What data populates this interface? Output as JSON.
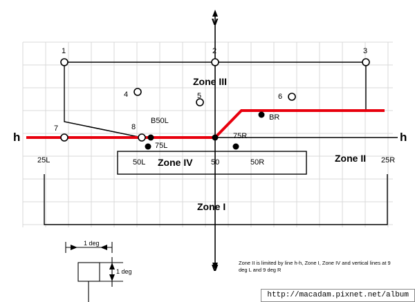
{
  "figure": {
    "axis_labels": {
      "v_top": "v",
      "v_bottom": "v",
      "h_left": "h",
      "h_right": "h"
    },
    "zones": [
      {
        "id": "zone1",
        "label": "Zone I"
      },
      {
        "id": "zone2",
        "label": "Zone II"
      },
      {
        "id": "zone3",
        "label": "Zone III"
      },
      {
        "id": "zone4",
        "label": "Zone IV"
      }
    ],
    "points": [
      {
        "id": "p1",
        "label": "1"
      },
      {
        "id": "p2",
        "label": "2"
      },
      {
        "id": "p3",
        "label": "3"
      },
      {
        "id": "p4",
        "label": "4"
      },
      {
        "id": "p5",
        "label": "5"
      },
      {
        "id": "p6",
        "label": "6"
      },
      {
        "id": "p7",
        "label": "7"
      },
      {
        "id": "p8",
        "label": "8"
      }
    ],
    "markers": [
      {
        "id": "b50l",
        "label": "B50L"
      },
      {
        "id": "br",
        "label": "BR"
      },
      {
        "id": "l75l",
        "label": "75L"
      },
      {
        "id": "l75r",
        "label": "75R"
      },
      {
        "id": "l50l",
        "label": "50L"
      },
      {
        "id": "l50",
        "label": "50"
      },
      {
        "id": "l50r",
        "label": "50R"
      },
      {
        "id": "l25l",
        "label": "25L"
      },
      {
        "id": "l25r",
        "label": "25R"
      }
    ],
    "scale_box": {
      "horizontal_label": "1 deg",
      "vertical_label": "1 deg"
    },
    "note": "Zone II is limited by line h-h, Zone I, Zone IV and vertical lines at 9 deg L and 9 deg R",
    "colors": {
      "grid": "#d9d9d9",
      "outline": "#000000",
      "highlight": "#e8000d",
      "watermark_text": "#000000"
    }
  },
  "watermark": {
    "url": "http://macadam.pixnet.net/album"
  }
}
